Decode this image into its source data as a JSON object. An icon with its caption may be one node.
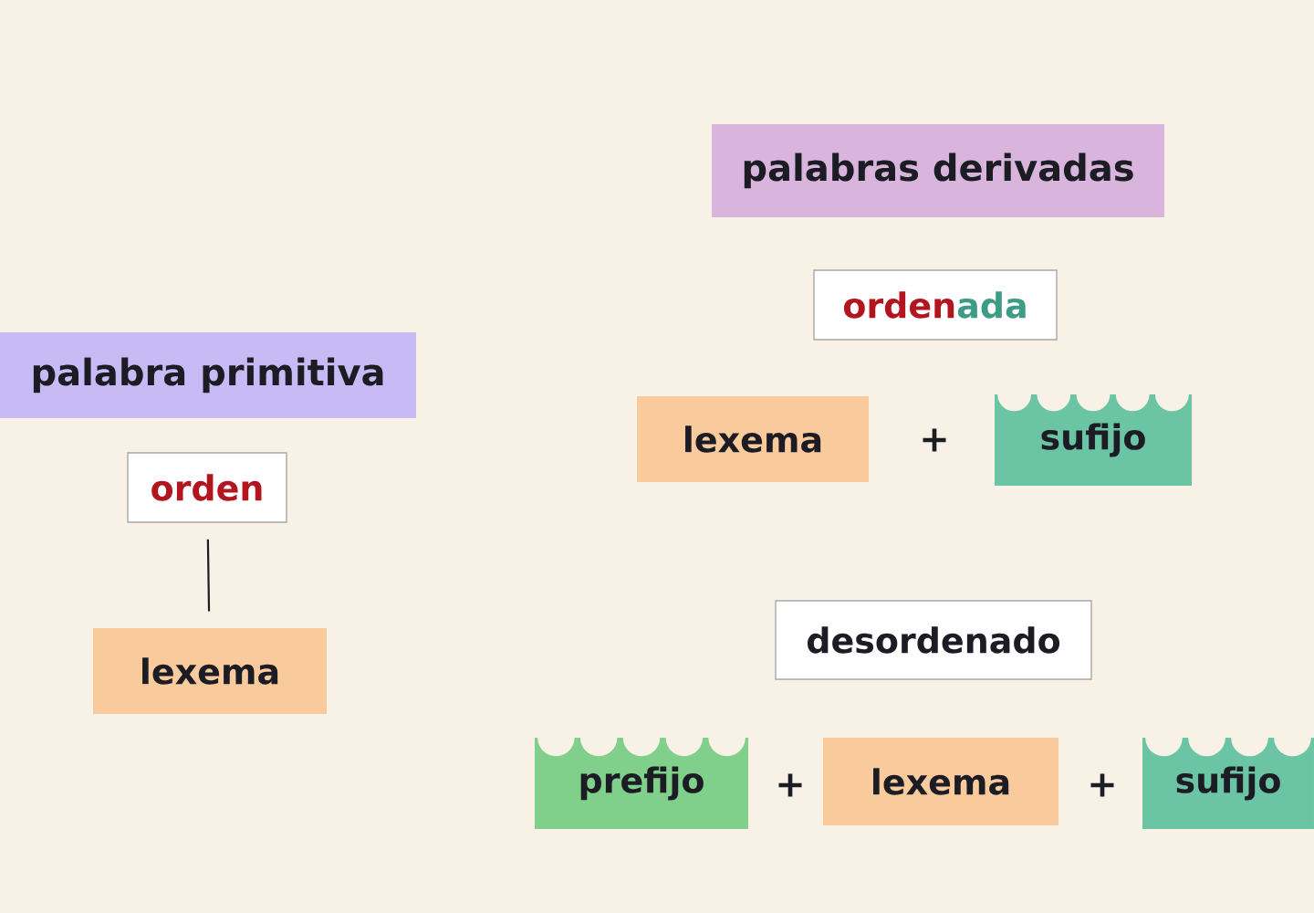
{
  "diagram": {
    "nodes": [
      {
        "text": [
          "palabra primitiva"
        ]
      },
      {
        "text": [
          "orden"
        ]
      },
      {
        "text": [
          "lexema"
        ]
      },
      {
        "text": [
          "palabras derivadas"
        ]
      },
      {
        "text": [
          "orden",
          "ada"
        ]
      },
      {
        "text": [
          "lexema"
        ]
      },
      {
        "text": [
          "sufijo"
        ]
      },
      {
        "text": [
          "desordenado"
        ]
      },
      {
        "text": [
          "prefijo"
        ]
      },
      {
        "text": [
          "lexema"
        ]
      },
      {
        "text": [
          "sufijo"
        ]
      }
    ],
    "edges": [
      {
        "from": 1,
        "to": 2,
        "arrow": "none"
      }
    ],
    "labels": [
      "+",
      "+",
      "+"
    ]
  }
}
